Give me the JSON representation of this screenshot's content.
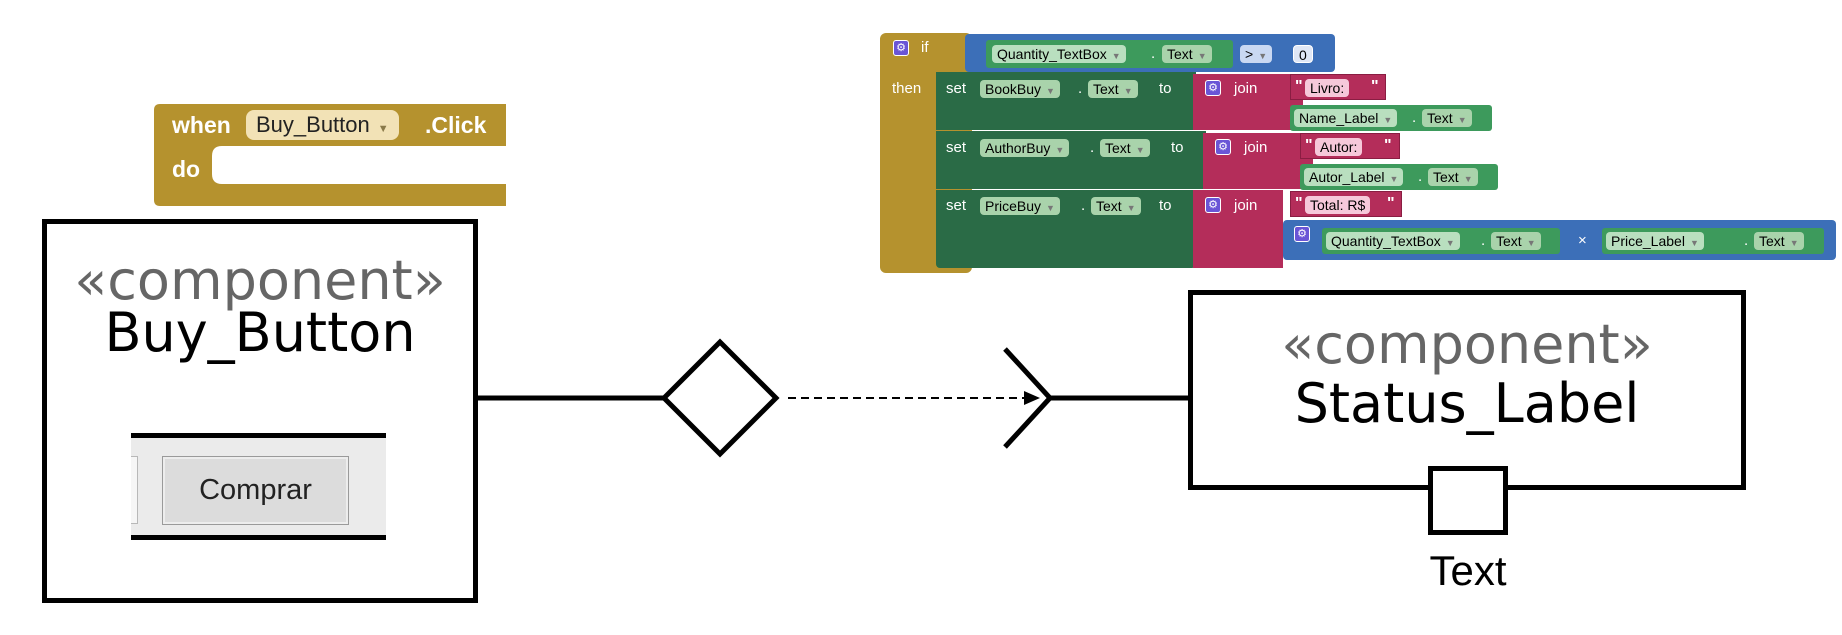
{
  "event_block": {
    "when": "when",
    "component": "Buy_Button",
    "event": ".Click",
    "do": "do"
  },
  "buy_component": {
    "stereotype": "«component»",
    "name": "Buy_Button",
    "button_label": "Comprar"
  },
  "status_component": {
    "stereotype": "«component»",
    "name": "Status_Label",
    "port_label": "Text"
  },
  "if_block": {
    "if": "if",
    "then": "then",
    "condition": {
      "component": "Quantity_TextBox",
      "property": "Text",
      "operator": ">",
      "value": "0"
    },
    "rows": [
      {
        "set": "set",
        "target": "BookBuy",
        "property": "Text",
        "to": "to",
        "join": "join",
        "string": "Livro:",
        "second_component": "Name_Label",
        "second_property": "Text"
      },
      {
        "set": "set",
        "target": "AuthorBuy",
        "property": "Text",
        "to": "to",
        "join": "join",
        "string": "Autor:",
        "second_component": "Autor_Label",
        "second_property": "Text"
      },
      {
        "set": "set",
        "target": "PriceBuy",
        "property": "Text",
        "to": "to",
        "join": "join",
        "string": "Total: R$"
      }
    ],
    "multiply": {
      "left_component": "Quantity_TextBox",
      "left_property": "Text",
      "operator": "×",
      "right_component": "Price_Label",
      "right_property": "Text"
    }
  },
  "dot": ".",
  "quote": "\"",
  "colors": {
    "control": "#b5922e",
    "math": "#3c6fb8",
    "setter": "#2a6b46",
    "text": "#b42d5a",
    "component": "#3d9a5c"
  }
}
